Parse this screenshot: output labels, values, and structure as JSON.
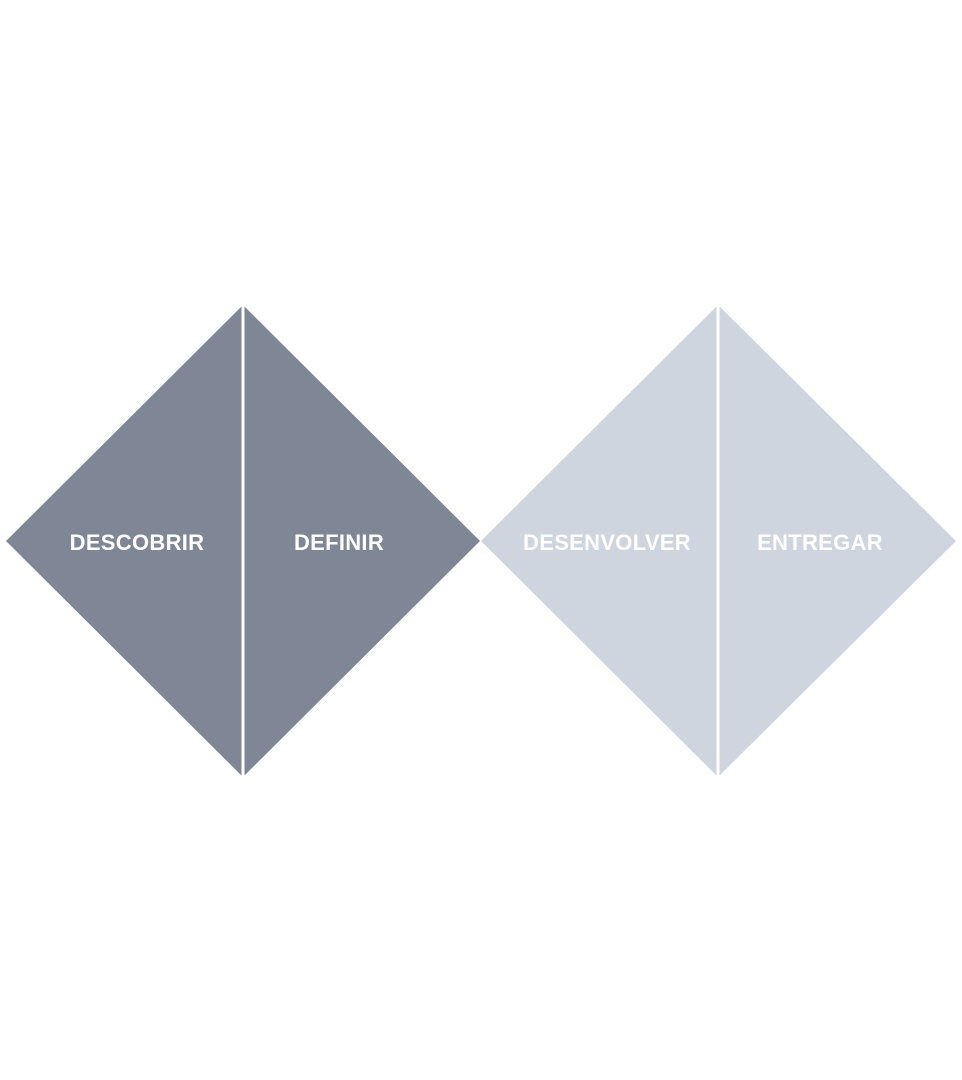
{
  "diagram": {
    "phases": [
      {
        "label": "DESCOBRIR",
        "diamond": 1,
        "color": "#7f8797"
      },
      {
        "label": "DEFINIR",
        "diamond": 1,
        "color": "#7f8797"
      },
      {
        "label": "DESENVOLVER",
        "diamond": 2,
        "color": "#cfd5de"
      },
      {
        "label": "ENTREGAR",
        "diamond": 2,
        "color": "#cfd5de"
      }
    ],
    "divider_color": "#ffffff"
  }
}
